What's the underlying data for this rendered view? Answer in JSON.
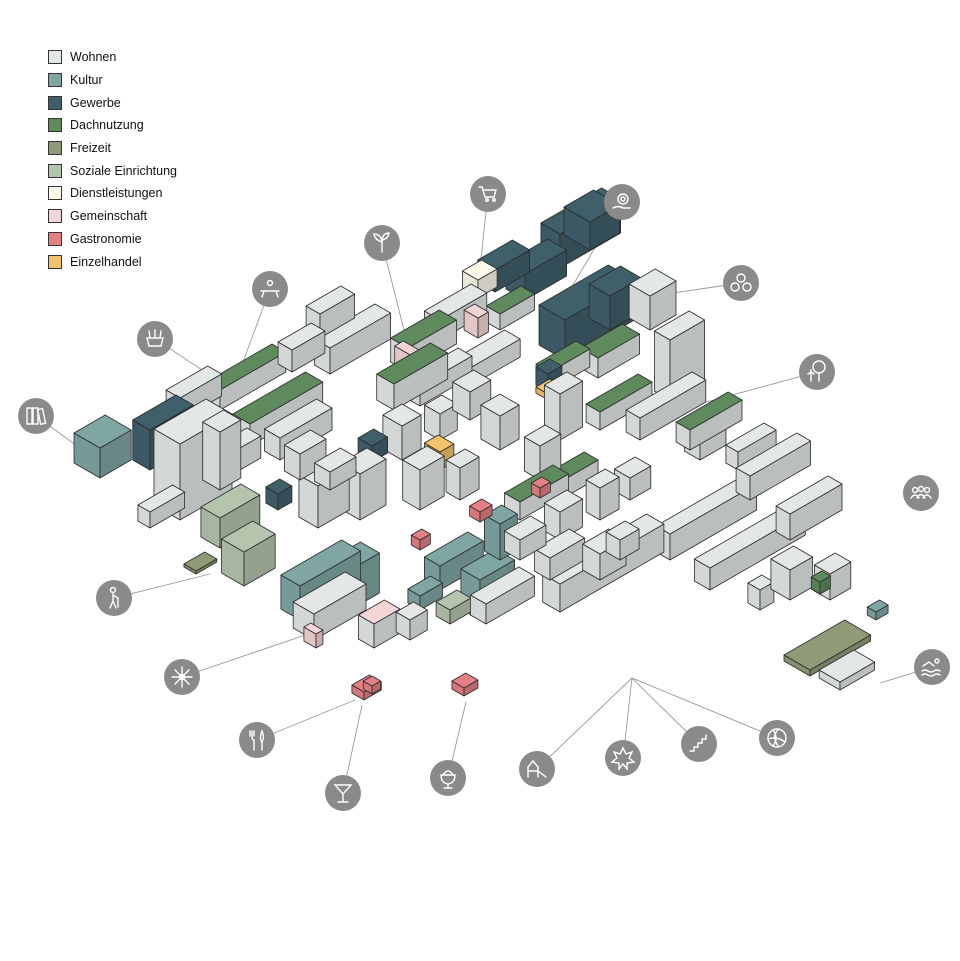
{
  "legend": {
    "items": [
      {
        "label": "Wohnen",
        "color": "#e3e8e6"
      },
      {
        "label": "Kultur",
        "color": "#7fa6a3"
      },
      {
        "label": "Gewerbe",
        "color": "#3f5f6b"
      },
      {
        "label": "Dachnutzung",
        "color": "#5f8a5e"
      },
      {
        "label": "Freizeit",
        "color": "#8f9b76"
      },
      {
        "label": "Soziale Einrichtung",
        "color": "#b5c4ad"
      },
      {
        "label": "Dienstleistungen",
        "color": "#fbf9ec"
      },
      {
        "label": "Gemeinschaft",
        "color": "#f3d5d5"
      },
      {
        "label": "Gastronomie",
        "color": "#e47f84"
      },
      {
        "label": "Einzelhandel",
        "color": "#f0c36c"
      }
    ]
  },
  "icons": [
    "shopping-cart-icon",
    "hand-gear-icon",
    "plant-icon",
    "community-balance-icon",
    "picnic-sun-icon",
    "market-basket-icon",
    "tree-person-icon",
    "library-books-icon",
    "group-people-icon",
    "elderly-person-icon",
    "network-hub-icon",
    "swimming-icon",
    "cutlery-icon",
    "cocktail-icon",
    "ice-cream-icon",
    "playground-icon",
    "festival-icon",
    "stairs-icon",
    "volleyball-icon"
  ]
}
